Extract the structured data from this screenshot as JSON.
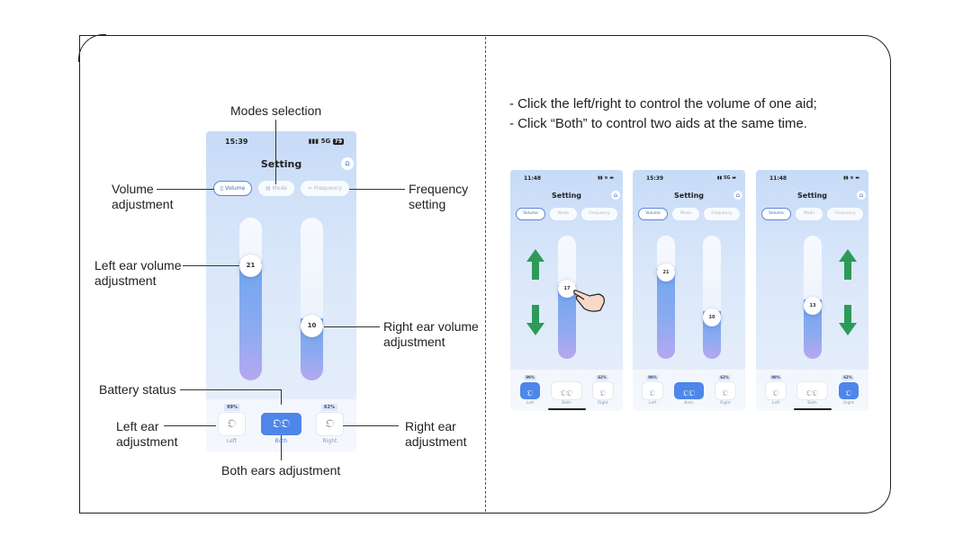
{
  "callouts": {
    "modes": "Modes selection",
    "volume_1": "Volume",
    "volume_2": "adjustment",
    "frequency_1": "Frequency",
    "frequency_2": "setting",
    "left_vol_1": "Left ear volume",
    "left_vol_2": "adjustment",
    "right_vol_1": "Right ear volume",
    "right_vol_2": "adjustment",
    "battery": "Battery status",
    "left_ear_1": "Left ear",
    "left_ear_2": "adjustment",
    "right_ear_1": "Right ear",
    "right_ear_2": "adjustment",
    "both": "Both ears adjustment"
  },
  "notes": [
    "- Click the left/right to control the volume of one aid;",
    "- Click “Both” to control two aids at the same time."
  ],
  "main_phone": {
    "time": "15:39",
    "signal": "5G",
    "battery": "79",
    "title": "Setting",
    "tabs": [
      "Volume",
      "Mode",
      "Frequency"
    ],
    "active_tab": "Volume",
    "left_volume": "21",
    "right_volume": "10",
    "left_battery": "99%",
    "right_battery": "62%",
    "ear_labels": [
      "Left",
      "Both",
      "Right"
    ],
    "selected": "Both"
  },
  "small_phones": [
    {
      "time": "11:48",
      "title": "Setting",
      "tabs": [
        "Volume",
        "Mode",
        "Frequency"
      ],
      "volume": "17",
      "battery_left": "99%",
      "battery_right": "62%",
      "ear_labels": [
        "Left",
        "Both",
        "Right"
      ],
      "selected": "Left"
    },
    {
      "time": "15:39",
      "title": "Setting",
      "tabs": [
        "Volume",
        "Mode",
        "Frequency"
      ],
      "left_volume": "21",
      "right_volume": "10",
      "battery_left": "99%",
      "battery_right": "62%",
      "ear_labels": [
        "Left",
        "Both",
        "Right"
      ],
      "selected": "Both"
    },
    {
      "time": "11:48",
      "title": "Setting",
      "tabs": [
        "Volume",
        "Mode",
        "Frequency"
      ],
      "volume": "13",
      "battery_left": "99%",
      "battery_right": "62%",
      "ear_labels": [
        "Left",
        "Both",
        "Right"
      ],
      "selected": "Right"
    }
  ],
  "colors": {
    "accent": "#4e86ea",
    "fill_top": "#6fa6f0",
    "fill_bottom": "#b7a8f0",
    "arrow": "#2e9a5a"
  },
  "icons": {
    "home": "home-icon",
    "ear": "ear-icon",
    "hand": "pointing-hand-icon"
  }
}
